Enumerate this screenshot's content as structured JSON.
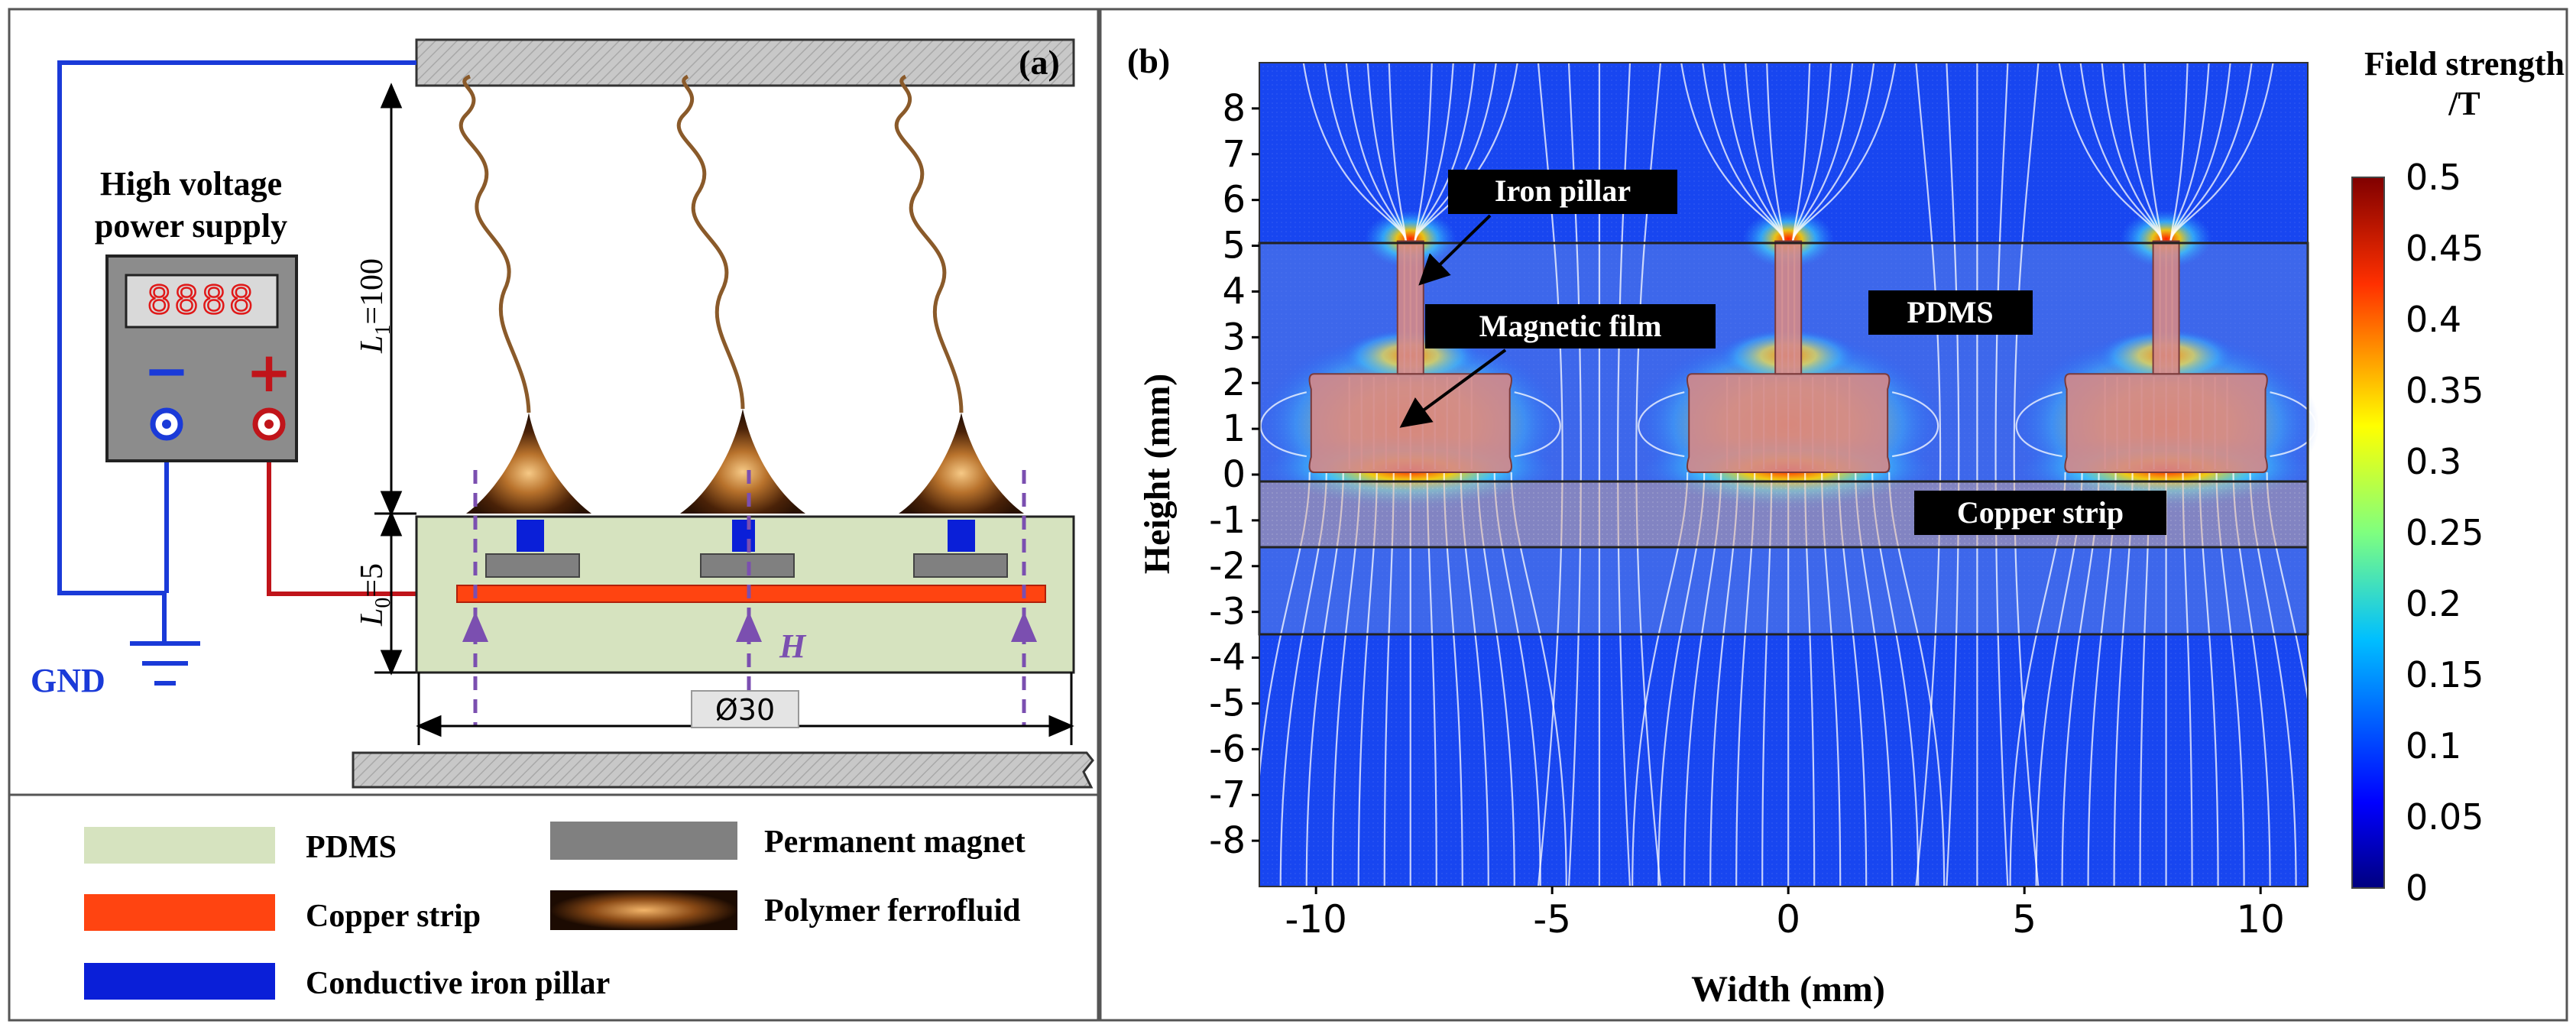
{
  "panel_a": {
    "label": "(a)",
    "power_supply": {
      "title_line1": "High voltage",
      "title_line2": "power supply",
      "display": "8888",
      "minus": "−",
      "plus": "+"
    },
    "gnd_label": "GND",
    "dim_L1": {
      "var": "L",
      "sub": "1",
      "value": "=100"
    },
    "dim_L0": {
      "var": "L",
      "sub": "0",
      "value": "=5"
    },
    "diameter_label": "Ø30",
    "field_label": "H",
    "legend": [
      {
        "key": "pdms",
        "label": "PDMS",
        "color": "#d6e3bf"
      },
      {
        "key": "magnet",
        "label": "Permanent magnet",
        "color": "#808080"
      },
      {
        "key": "copper",
        "label": "Copper strip",
        "color": "#ff4411"
      },
      {
        "key": "ferrofluid",
        "label": "Polymer ferrofluid",
        "color": "#8a4a16"
      },
      {
        "key": "iron",
        "label": "Conductive iron pillar",
        "color": "#0a1fd8"
      }
    ],
    "colors": {
      "wire_blue": "#1a3ad8",
      "wire_red": "#c0141a",
      "arrow_purple": "#7b4fb0",
      "ferro_line": "#8a5a2a"
    }
  },
  "panel_b": {
    "label": "(b)",
    "colorbar_title_line1": "Field strength",
    "colorbar_title_line2": "/T",
    "colorbar_ticks": [
      "0.5",
      "0.45",
      "0.4",
      "0.35",
      "0.3",
      "0.25",
      "0.2",
      "0.15",
      "0.1",
      "0.05",
      "0"
    ],
    "colorbar_range": [
      0,
      0.5
    ],
    "annotations": {
      "iron_pillar": "Iron pillar",
      "magnetic_film": "Magnetic film",
      "pdms": "PDMS",
      "copper_strip": "Copper strip"
    },
    "chart_data": {
      "type": "heatmap",
      "xlabel": "Width (mm)",
      "ylabel": "Height (mm)",
      "xlim": [
        -11.2,
        11
      ],
      "ylim": [
        -9,
        9
      ],
      "xticks": [
        "-10",
        "-5",
        "0",
        "5",
        "10"
      ],
      "yticks": [
        "8",
        "7",
        "6",
        "5",
        "4",
        "3",
        "2",
        "1",
        "0",
        "-1",
        "-2",
        "-3",
        "-4",
        "-5",
        "-6",
        "-7",
        "-8"
      ],
      "regions": [
        {
          "name": "PDMS",
          "y_range": [
            -3.2,
            5.1
          ]
        },
        {
          "name": "Copper strip",
          "y_range": [
            -1.4,
            0
          ]
        }
      ],
      "structures_x_centers": [
        -8,
        0,
        8
      ],
      "colormap": "jet"
    }
  }
}
